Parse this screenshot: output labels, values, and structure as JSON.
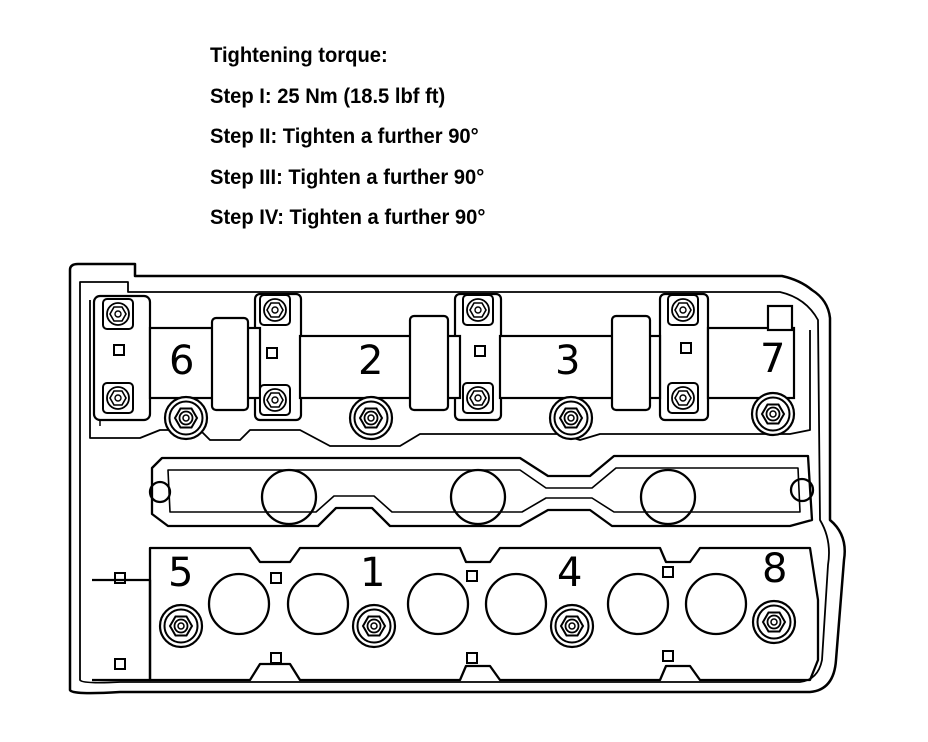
{
  "spec": {
    "title": "Tightening torque:",
    "steps": [
      "Step I: 25 Nm (18.5 lbf ft)",
      "Step II: Tighten a further 90°",
      "Step III: Tighten a further 90°",
      "Step IV: Tighten a further 90°"
    ]
  },
  "bolts": {
    "upper": [
      "6",
      "2",
      "3",
      "7"
    ],
    "lower": [
      "5",
      "1",
      "4",
      "8"
    ]
  },
  "colors": {
    "ink": "#000000",
    "paper": "#ffffff"
  },
  "icons": {
    "bolt": "hex-bolt-icon",
    "dowel": "dowel-hole-icon"
  }
}
